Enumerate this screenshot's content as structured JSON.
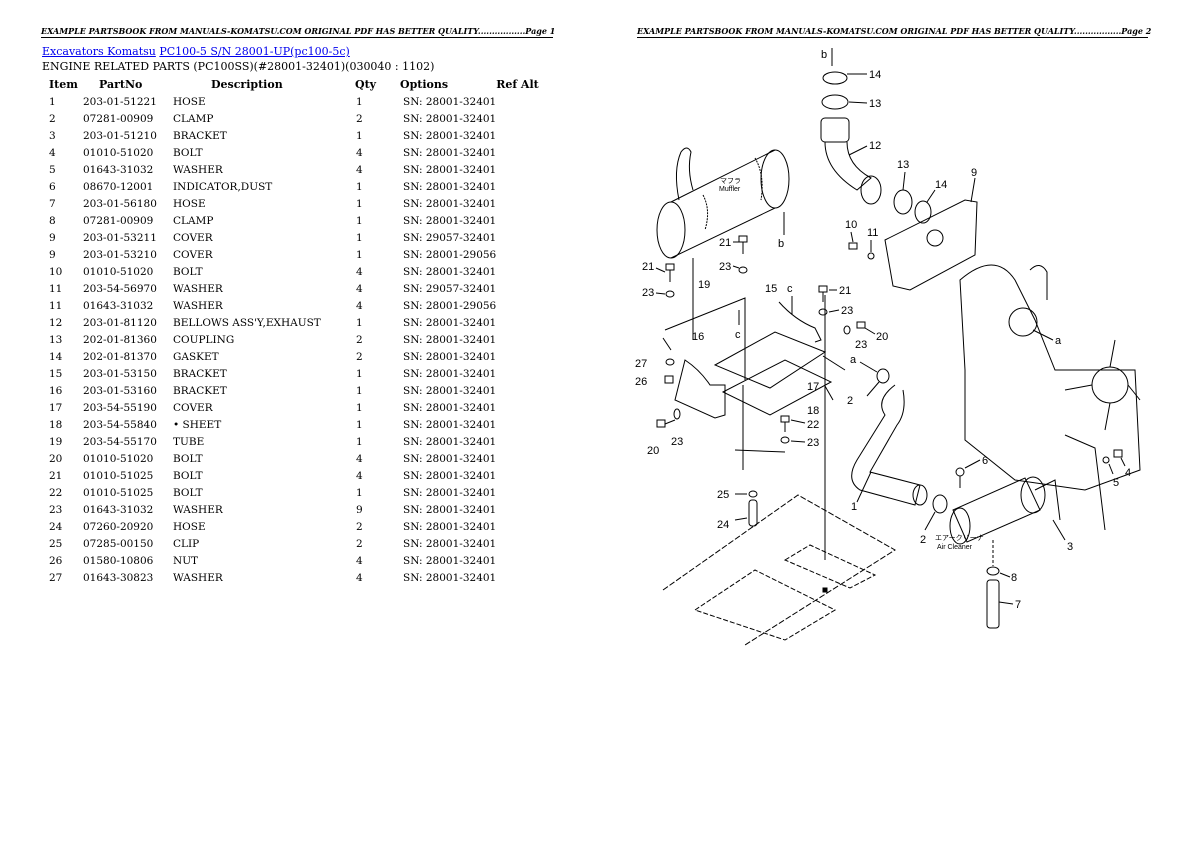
{
  "pages": [
    {
      "header": "EXAMPLE PARTSBOOK FROM MANUALS-KOMATSU.COM ORIGINAL PDF HAS BETTER QUALITY.................Page 1"
    },
    {
      "header": "EXAMPLE PARTSBOOK FROM MANUALS-KOMATSU.COM ORIGINAL PDF HAS BETTER QUALITY.................Page 2"
    }
  ],
  "breadcrumb": {
    "category": "Excavators Komatsu",
    "model": "PC100-5 S/N 28001-UP(pc100-5c)"
  },
  "section_title": "ENGINE RELATED PARTS (PC100SS)(#28001-32401)(030040 : 1102)",
  "table": {
    "headers": [
      "Item",
      "PartNo",
      "Description",
      "Qty",
      "Options",
      "Ref Alt"
    ],
    "rows": [
      {
        "item": "1",
        "part": "203-01-51221",
        "desc": "HOSE",
        "qty": "1",
        "opt": "SN: 28001-32401",
        "ref": ""
      },
      {
        "item": "2",
        "part": "07281-00909",
        "desc": "CLAMP",
        "qty": "2",
        "opt": "SN: 28001-32401",
        "ref": ""
      },
      {
        "item": "3",
        "part": "203-01-51210",
        "desc": "BRACKET",
        "qty": "1",
        "opt": "SN: 28001-32401",
        "ref": ""
      },
      {
        "item": "4",
        "part": "01010-51020",
        "desc": "BOLT",
        "qty": "4",
        "opt": "SN: 28001-32401",
        "ref": ""
      },
      {
        "item": "5",
        "part": "01643-31032",
        "desc": "WASHER",
        "qty": "4",
        "opt": "SN: 28001-32401",
        "ref": ""
      },
      {
        "item": "6",
        "part": "08670-12001",
        "desc": "INDICATOR,DUST",
        "qty": "1",
        "opt": "SN: 28001-32401",
        "ref": ""
      },
      {
        "item": "7",
        "part": "203-01-56180",
        "desc": "HOSE",
        "qty": "1",
        "opt": "SN: 28001-32401",
        "ref": ""
      },
      {
        "item": "8",
        "part": "07281-00909",
        "desc": "CLAMP",
        "qty": "1",
        "opt": "SN: 28001-32401",
        "ref": ""
      },
      {
        "item": "9",
        "part": "203-01-53211",
        "desc": "COVER",
        "qty": "1",
        "opt": "SN: 29057-32401",
        "ref": ""
      },
      {
        "item": "9",
        "part": "203-01-53210",
        "desc": "COVER",
        "qty": "1",
        "opt": "SN: 28001-29056",
        "ref": ""
      },
      {
        "item": "10",
        "part": "01010-51020",
        "desc": "BOLT",
        "qty": "4",
        "opt": "SN: 28001-32401",
        "ref": ""
      },
      {
        "item": "11",
        "part": "203-54-56970",
        "desc": "WASHER",
        "qty": "4",
        "opt": "SN: 29057-32401",
        "ref": ""
      },
      {
        "item": "11",
        "part": "01643-31032",
        "desc": "WASHER",
        "qty": "4",
        "opt": "SN: 28001-29056",
        "ref": ""
      },
      {
        "item": "12",
        "part": "203-01-81120",
        "desc": "BELLOWS ASS'Y,EXHAUST",
        "qty": "1",
        "opt": "SN: 28001-32401",
        "ref": ""
      },
      {
        "item": "13",
        "part": "202-01-81360",
        "desc": "COUPLING",
        "qty": "2",
        "opt": "SN: 28001-32401",
        "ref": ""
      },
      {
        "item": "14",
        "part": "202-01-81370",
        "desc": "GASKET",
        "qty": "2",
        "opt": "SN: 28001-32401",
        "ref": ""
      },
      {
        "item": "15",
        "part": "203-01-53150",
        "desc": "BRACKET",
        "qty": "1",
        "opt": "SN: 28001-32401",
        "ref": ""
      },
      {
        "item": "16",
        "part": "203-01-53160",
        "desc": "BRACKET",
        "qty": "1",
        "opt": "SN: 28001-32401",
        "ref": ""
      },
      {
        "item": "17",
        "part": "203-54-55190",
        "desc": "COVER",
        "qty": "1",
        "opt": "SN: 28001-32401",
        "ref": ""
      },
      {
        "item": "18",
        "part": "203-54-55840",
        "desc": "• SHEET",
        "qty": "1",
        "opt": "SN: 28001-32401",
        "ref": ""
      },
      {
        "item": "19",
        "part": "203-54-55170",
        "desc": "TUBE",
        "qty": "1",
        "opt": "SN: 28001-32401",
        "ref": ""
      },
      {
        "item": "20",
        "part": "01010-51020",
        "desc": "BOLT",
        "qty": "4",
        "opt": "SN: 28001-32401",
        "ref": ""
      },
      {
        "item": "21",
        "part": "01010-51025",
        "desc": "BOLT",
        "qty": "4",
        "opt": "SN: 28001-32401",
        "ref": ""
      },
      {
        "item": "22",
        "part": "01010-51025",
        "desc": "BOLT",
        "qty": "1",
        "opt": "SN: 28001-32401",
        "ref": ""
      },
      {
        "item": "23",
        "part": "01643-31032",
        "desc": "WASHER",
        "qty": "9",
        "opt": "SN: 28001-32401",
        "ref": ""
      },
      {
        "item": "24",
        "part": "07260-20920",
        "desc": "HOSE",
        "qty": "2",
        "opt": "SN: 28001-32401",
        "ref": ""
      },
      {
        "item": "25",
        "part": "07285-00150",
        "desc": "CLIP",
        "qty": "2",
        "opt": "SN: 28001-32401",
        "ref": ""
      },
      {
        "item": "26",
        "part": "01580-10806",
        "desc": "NUT",
        "qty": "4",
        "opt": "SN: 28001-32401",
        "ref": ""
      },
      {
        "item": "27",
        "part": "01643-30823",
        "desc": "WASHER",
        "qty": "4",
        "opt": "SN: 28001-32401",
        "ref": ""
      }
    ]
  },
  "diagram": {
    "muffler_label": "Muffler",
    "muffler_jp": "マフラ",
    "air_cleaner_label": "Air Cleaner",
    "air_cleaner_jp": "エアークリーナ",
    "callouts": [
      "1",
      "2",
      "2",
      "3",
      "4",
      "5",
      "6",
      "7",
      "8",
      "9",
      "10",
      "11",
      "12",
      "13",
      "13",
      "14",
      "14",
      "15",
      "16",
      "17",
      "18",
      "19",
      "20",
      "20",
      "21",
      "21",
      "21",
      "22",
      "23",
      "23",
      "23",
      "23",
      "23",
      "24",
      "25",
      "26",
      "27"
    ],
    "refs": [
      "a",
      "a",
      "b",
      "b",
      "c",
      "c"
    ]
  }
}
